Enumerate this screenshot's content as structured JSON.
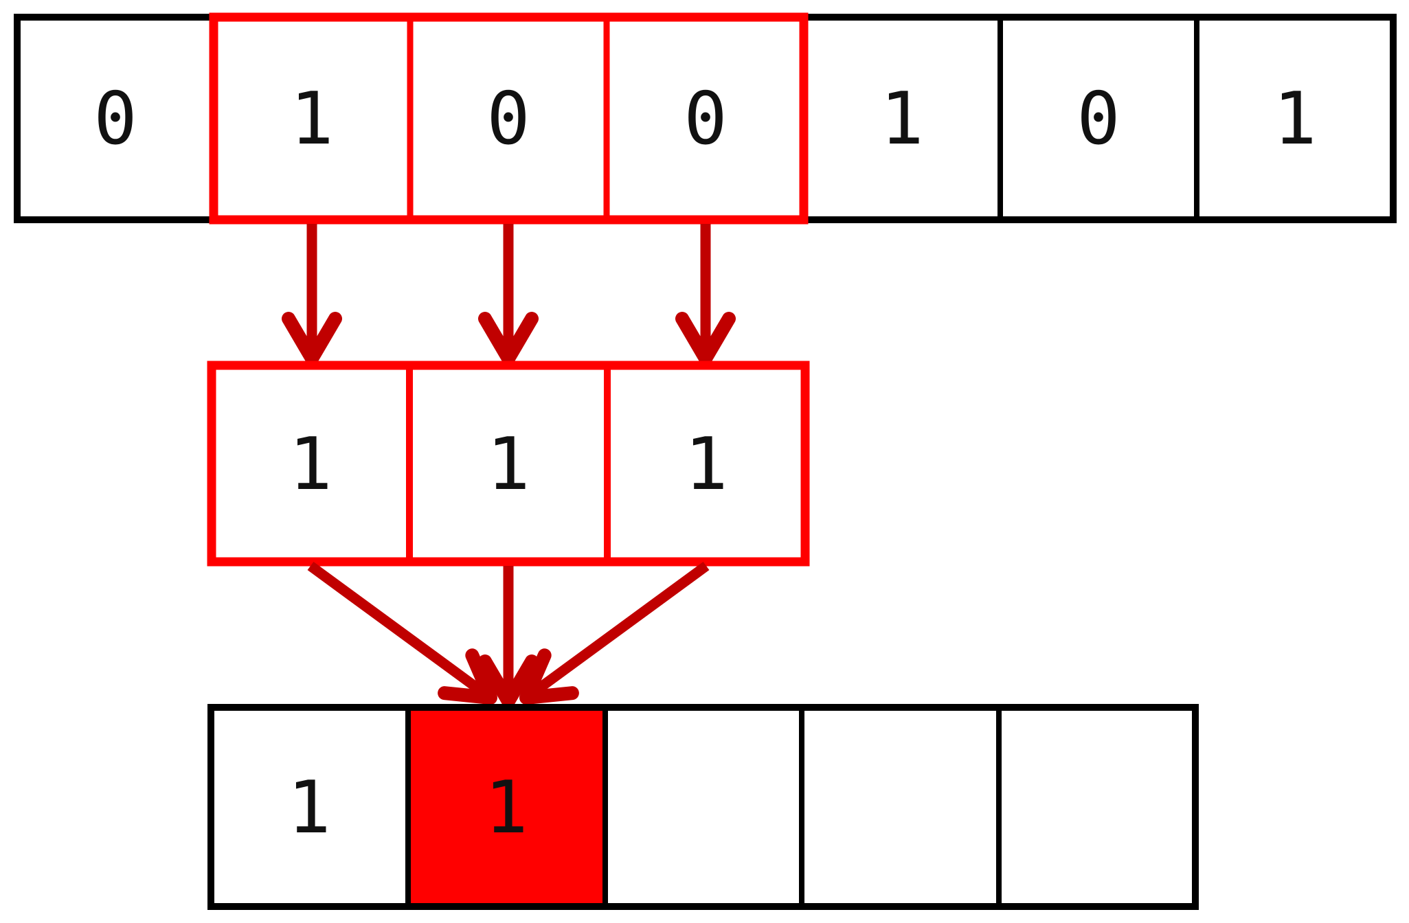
{
  "input_row": {
    "cells": [
      "0",
      "1",
      "0",
      "0",
      "1",
      "0",
      "1"
    ],
    "window_covers_indices": [
      1,
      2,
      3
    ]
  },
  "window_row": {
    "cells": [
      "1",
      "1",
      "1"
    ]
  },
  "output_row": {
    "cells": [
      "1",
      "1",
      "",
      "",
      ""
    ],
    "highlighted_index": 1
  },
  "colors": {
    "outline_black": "#000000",
    "window_red": "#FF0000",
    "highlight_fill": "#FF0000",
    "arrow_red": "#C00000",
    "digit": "#111111",
    "background": "#FFFFFF"
  }
}
